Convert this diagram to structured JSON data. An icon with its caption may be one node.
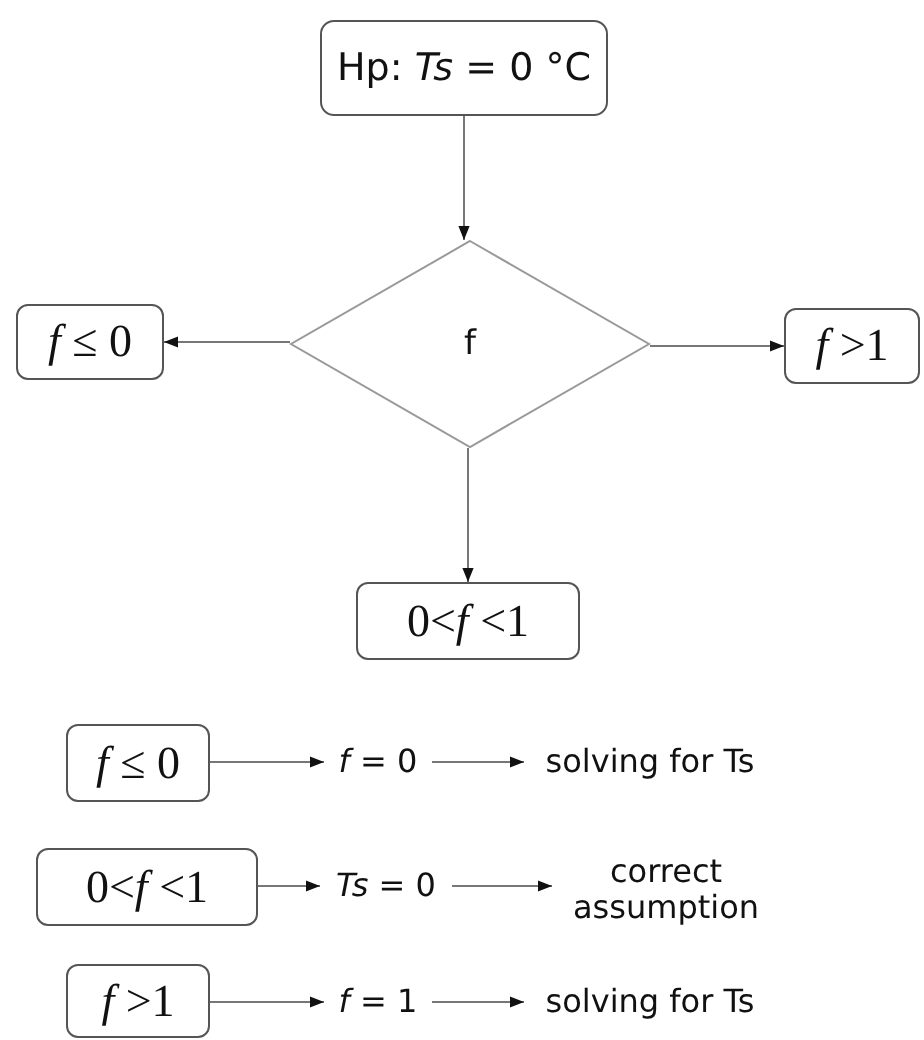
{
  "diagram": {
    "nodes": [
      {
        "text": [
          "Hp: *Ts* = 0 °C"
        ]
      },
      {
        "text": [
          "f"
        ]
      },
      {
        "text": [
          "*f* ≤ 0"
        ]
      },
      {
        "text": [
          "*f* >1"
        ]
      },
      {
        "text": [
          "0<*f* <1"
        ]
      },
      {
        "text": [
          "*f* ≤ 0"
        ]
      },
      {
        "text": [
          "*f* = 0"
        ]
      },
      {
        "text": [
          "solving for Ts"
        ]
      },
      {
        "text": [
          "0<*f* <1"
        ]
      },
      {
        "text": [
          "*Ts* = 0"
        ]
      },
      {
        "text": [
          "correct assumption"
        ]
      },
      {
        "text": [
          "*f* >1"
        ]
      },
      {
        "text": [
          "*f* = 1"
        ]
      },
      {
        "text": [
          "solving for Ts"
        ]
      }
    ],
    "edges": [
      {
        "from": 0,
        "to": 1,
        "arrow": "to"
      },
      {
        "from": 1,
        "to": 2,
        "arrow": "to"
      },
      {
        "from": 1,
        "to": 3,
        "arrow": "to"
      },
      {
        "from": 1,
        "to": 4,
        "arrow": "to"
      },
      {
        "from": 5,
        "to": 6,
        "arrow": "to"
      },
      {
        "from": 6,
        "to": 7,
        "arrow": "to"
      },
      {
        "from": 8,
        "to": 9,
        "arrow": "to"
      },
      {
        "from": 9,
        "to": 10,
        "arrow": "to"
      },
      {
        "from": 11,
        "to": 12,
        "arrow": "to"
      },
      {
        "from": 12,
        "to": 13,
        "arrow": "to"
      }
    ]
  }
}
